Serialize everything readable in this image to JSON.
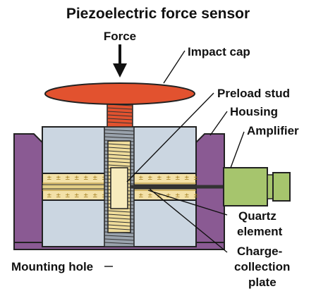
{
  "title": "Piezoelectric force sensor",
  "labels": {
    "force": "Force",
    "impact_cap": "Impact cap",
    "preload_stud": "Preload stud",
    "housing": "Housing",
    "amplifier": "Amplifier",
    "quartz_line1": "Quartz",
    "quartz_line2": "element",
    "mounting_hole": "Mounting hole",
    "charge_line1": "Charge-",
    "charge_line2": "collection",
    "charge_line3": "plate"
  },
  "quartz_symbol": "±",
  "colors": {
    "cap": "#e2522f",
    "housing": "#8a5a93",
    "block": "#cbd6e1",
    "quartz": "#f3e1a8",
    "stud": "#efdc9a",
    "amplifier": "#a6c56d",
    "outline": "#222222"
  }
}
